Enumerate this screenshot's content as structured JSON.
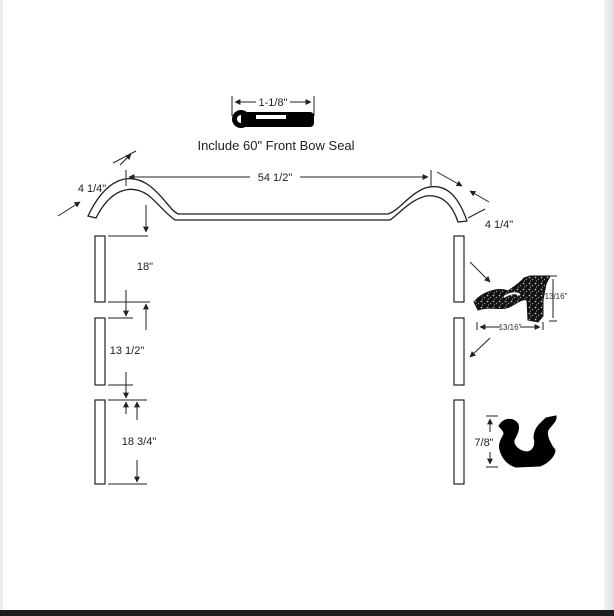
{
  "front_bow_seal": {
    "width_label": "1-1/8\"",
    "caption": "Include 60\" Front Bow Seal"
  },
  "front_bow": {
    "width_label": "54 1/2\"",
    "left_depth_label": "4 1/4\"",
    "right_depth_label": "4 1/4\""
  },
  "side_rails": {
    "upper_label": "18\"",
    "middle_label": "13 1/2\"",
    "lower_label": "18 3/4\""
  },
  "door_seal": {
    "height_label": "13/16\"",
    "width_label": "13/16\""
  },
  "bottom_seal": {
    "height_label": "7/8\""
  },
  "colors": {
    "line": "#222222",
    "fill": "#000000"
  }
}
